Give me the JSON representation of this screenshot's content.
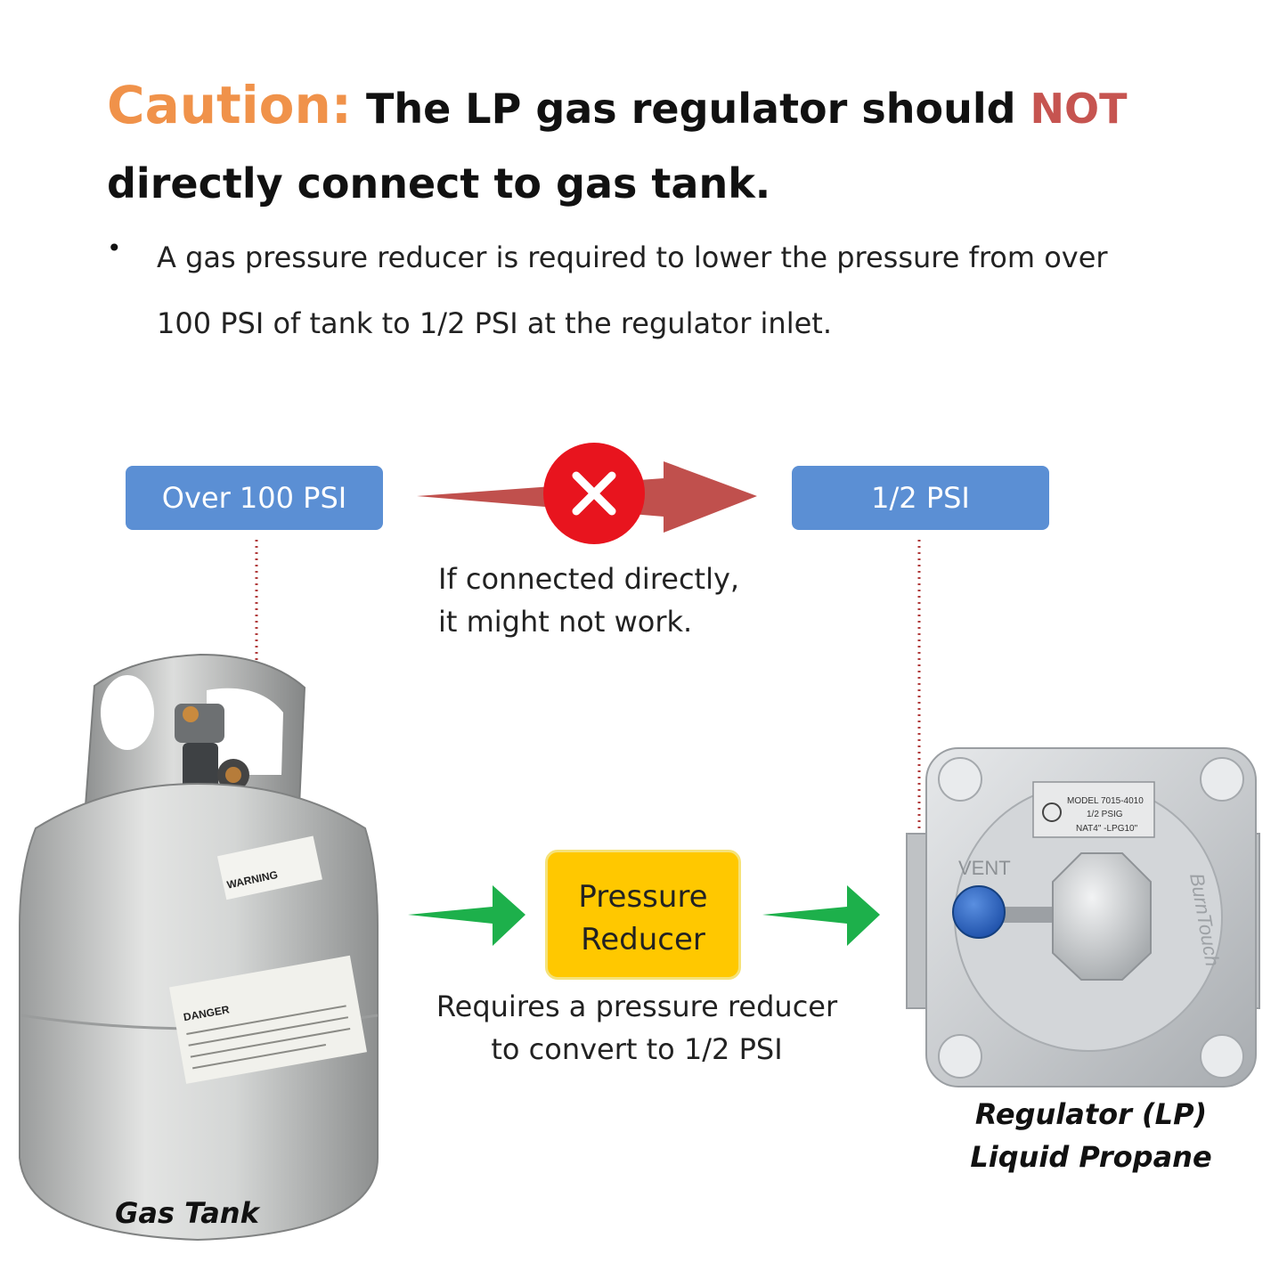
{
  "heading": {
    "caution": "Caution:",
    "part1": " The LP gas regulator should ",
    "not": "NOT",
    "part2": " directly connect to gas tank."
  },
  "bullet": {
    "line1": "A gas pressure reducer is required to lower the pressure from over",
    "line2": "100 PSI of tank to 1/2 PSI at the regulator inlet."
  },
  "diagram": {
    "left_box": "Over 100 PSI",
    "right_box": "1/2 PSI",
    "direct_caption_1": "If connected directly,",
    "direct_caption_2": "it might not work.",
    "reducer_line1": "Pressure",
    "reducer_line2": "Reducer",
    "reducer_caption_1": "Requires a pressure reducer",
    "reducer_caption_2": "to convert to 1/2 PSI",
    "tank_label": "Gas Tank",
    "regulator_label_1": "Regulator (LP)",
    "regulator_label_2": "Liquid Propane"
  },
  "tank_markings": {
    "warning": "WARNING",
    "danger": "DANGER"
  },
  "regulator_plate": {
    "model": "MODEL 7015-4010",
    "psig": "1/2  PSIG",
    "nat": "NAT4\" -LPG10\"",
    "vent": "VENT",
    "brand": "BurnTouch"
  },
  "colors": {
    "caution": "#F0924A",
    "not": "#C65450",
    "box_blue": "#5B8FD4",
    "red_arrow": "#C0504D",
    "x_circle": "#E8141E",
    "green_arrow": "#1DB04B",
    "reducer_yellow": "#FFC800"
  },
  "icons": {
    "x_mark": "x-circle-icon",
    "red_arrow": "arrow-right-icon",
    "green_arrow": "arrow-right-icon"
  }
}
